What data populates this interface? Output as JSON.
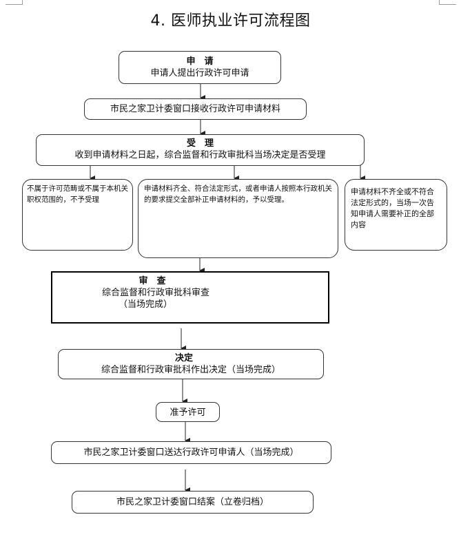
{
  "title": "4.  医师执业许可流程图",
  "steps": {
    "apply": {
      "head": "申　请",
      "text": "申请人提出行政许可申请"
    },
    "receive": {
      "text": "市民之家卫计委窗口接收行政许可申请材料"
    },
    "accept": {
      "head": "受　理",
      "text": "收到申请材料之日起，综合监督和行政审批科当场决定是否受理"
    },
    "reject": {
      "text": "不属于许可范畴或不属于本机关职权范围的，不予受理"
    },
    "accepted": {
      "text": "申请材料齐全、符合法定形式，或者申请人按照本行政机关的要求提交全部补正申请材料的，予以受理。"
    },
    "supplement": {
      "text": "申请材料不齐全或不符合法定形式的，当场一次告知申请人需要补正的全部内容"
    },
    "review": {
      "head": "审　查",
      "text": "综合监督和行政审批科审查",
      "note": "（当场完成）"
    },
    "decide": {
      "head": "决定",
      "text": "综合监督和行政审批科作出决定（当场完成）"
    },
    "grant": {
      "text": "准予许可"
    },
    "deliver": {
      "text": "市民之家卫计委窗口送达行政许可申请人（当场完成）"
    },
    "close": {
      "text": "市民之家卫计委窗口结案（立卷归档）"
    }
  }
}
